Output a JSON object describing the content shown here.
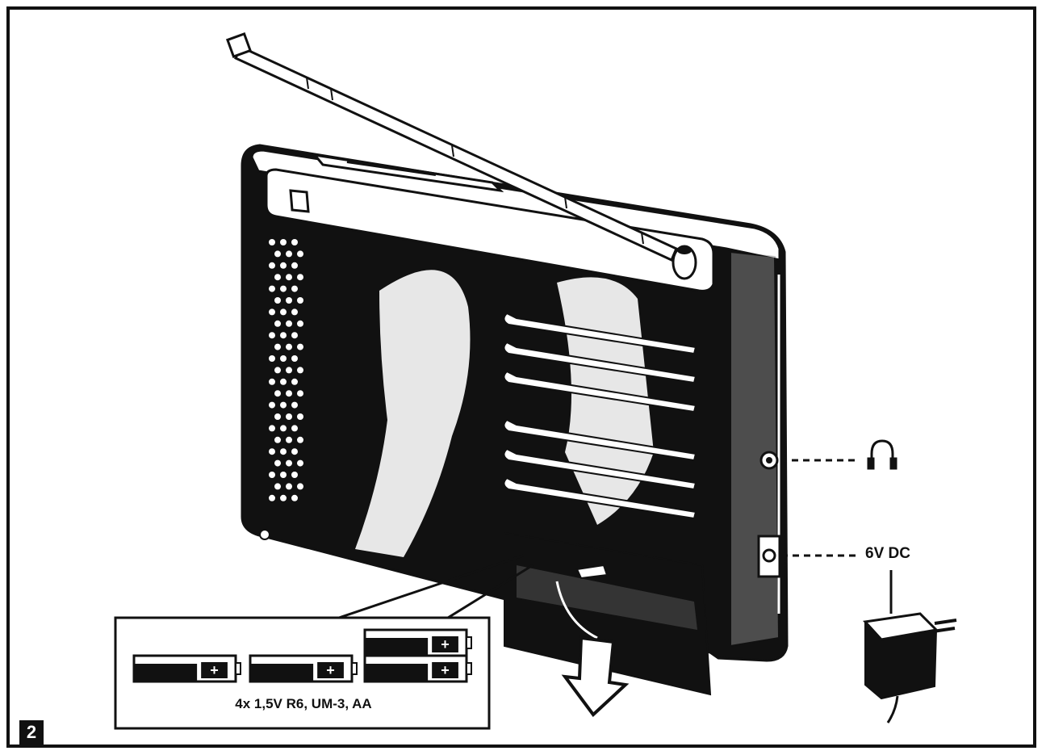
{
  "figure": {
    "number": "2"
  },
  "labels": {
    "dc_input": "6V DC",
    "battery_spec": "4x 1,5V R6, UM-3, AA",
    "battery_plus": "+"
  },
  "icons": {
    "headphone_jack": "headphones-icon",
    "battery": "battery-icon",
    "power_adapter": "power-adapter-icon",
    "arrow": "arrow-down-icon"
  },
  "colors": {
    "ink": "#111111",
    "paper": "#ffffff"
  }
}
